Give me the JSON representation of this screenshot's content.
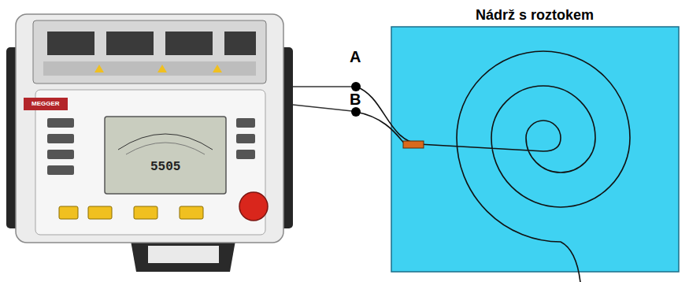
{
  "diagram": {
    "nodes": [
      {
        "text": [
          "Nádrž s roztokem"
        ]
      }
    ],
    "labels": [
      "A",
      "B",
      "MEGGER",
      "5505"
    ]
  }
}
